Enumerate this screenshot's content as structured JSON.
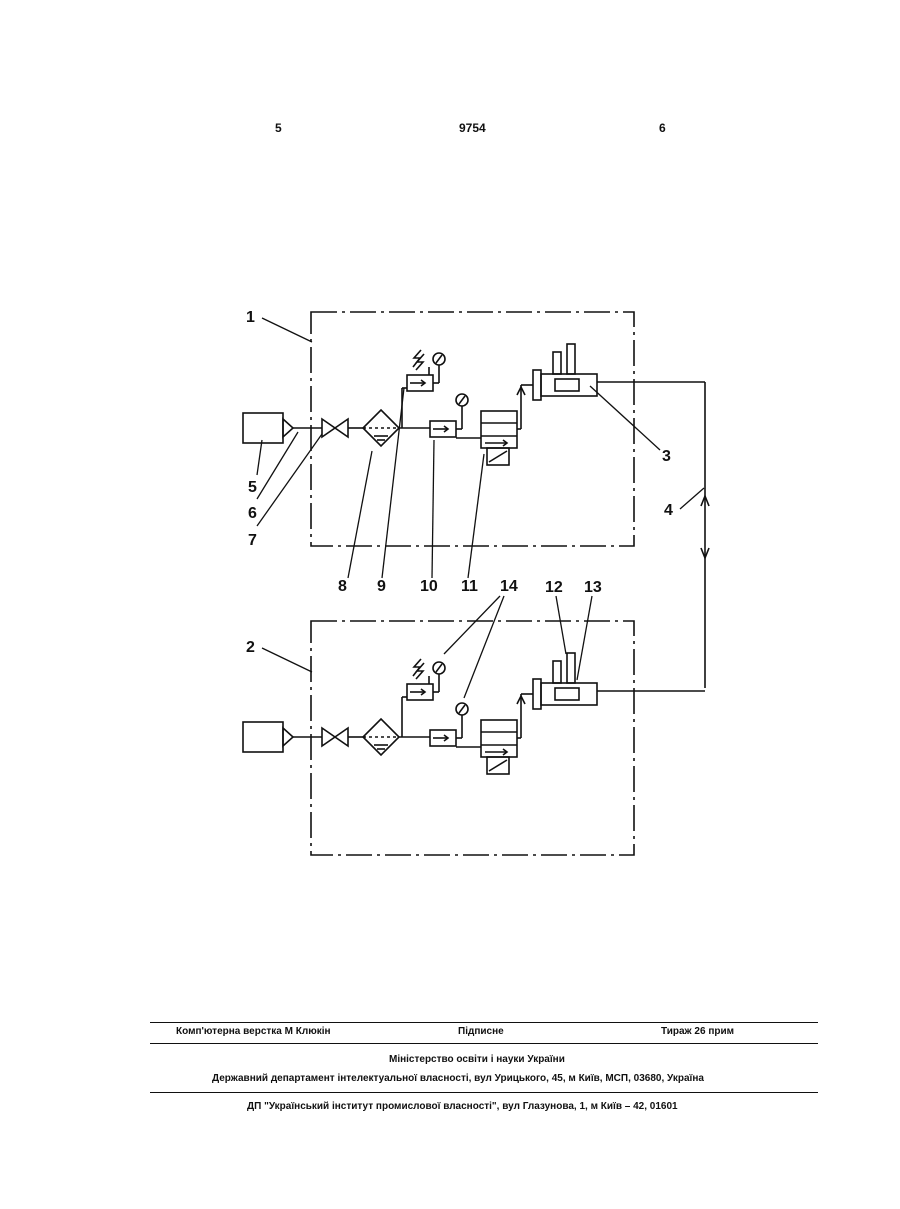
{
  "header": {
    "left_col": "5",
    "doc_number": "9754",
    "right_col": "6"
  },
  "diagram": {
    "labels": {
      "l1": "1",
      "l2": "2",
      "l3": "3",
      "l4": "4",
      "l5": "5",
      "l6": "6",
      "l7": "7",
      "l8": "8",
      "l9": "9",
      "l10": "10",
      "l11": "11",
      "l12": "12",
      "l13": "13",
      "l14": "14"
    }
  },
  "footer": {
    "compositor": "Комп'ютерна верстка М Клюкін",
    "signed": "Підписне",
    "circulation": "Тираж 26 прим",
    "ministry": "Міністерство освіти і науки України",
    "department": "Державний департамент інтелектуальної власності, вул Урицького, 45, м Київ, МСП, 03680, Україна",
    "institute": "ДП \"Український інститут промислової власності\", вул Глазунова, 1, м Київ – 42, 01601"
  }
}
